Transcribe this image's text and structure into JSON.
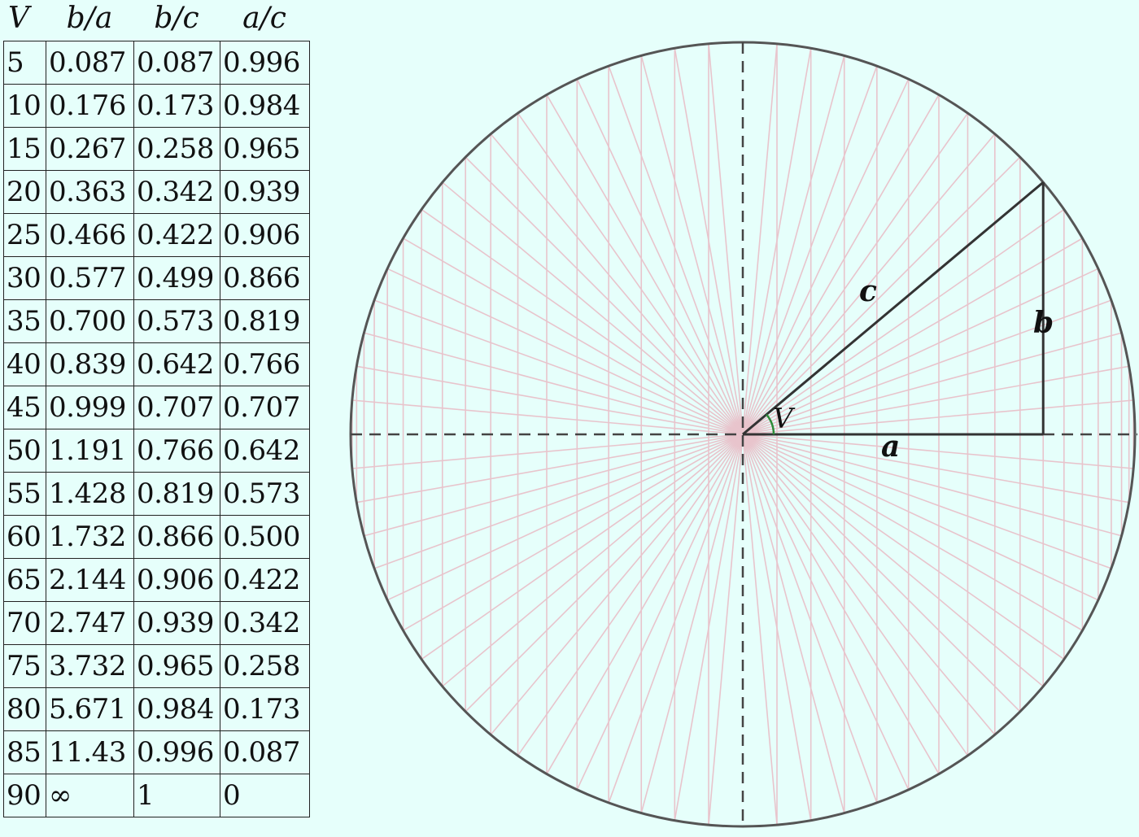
{
  "table": {
    "headers": [
      "V",
      "b/a",
      "b/c",
      "a/c"
    ],
    "rows": [
      [
        "5",
        "0.087",
        "0.087",
        "0.996"
      ],
      [
        "10",
        "0.176",
        "0.173",
        "0.984"
      ],
      [
        "15",
        "0.267",
        "0.258",
        "0.965"
      ],
      [
        "20",
        "0.363",
        "0.342",
        "0.939"
      ],
      [
        "25",
        "0.466",
        "0.422",
        "0.906"
      ],
      [
        "30",
        "0.577",
        "0.499",
        "0.866"
      ],
      [
        "35",
        "0.700",
        "0.573",
        "0.819"
      ],
      [
        "40",
        "0.839",
        "0.642",
        "0.766"
      ],
      [
        "45",
        "0.999",
        "0.707",
        "0.707"
      ],
      [
        "50",
        "1.191",
        "0.766",
        "0.642"
      ],
      [
        "55",
        "1.428",
        "0.819",
        "0.573"
      ],
      [
        "60",
        "1.732",
        "0.866",
        "0.500"
      ],
      [
        "65",
        "2.144",
        "0.906",
        "0.422"
      ],
      [
        "70",
        "2.747",
        "0.939",
        "0.342"
      ],
      [
        "75",
        "3.732",
        "0.965",
        "0.258"
      ],
      [
        "80",
        "5.671",
        "0.984",
        "0.173"
      ],
      [
        "85",
        "11.43",
        "0.996",
        "0.087"
      ],
      [
        "90",
        "∞",
        "1",
        "0"
      ]
    ]
  },
  "diagram": {
    "angle_step_degrees": 5,
    "highlighted_angle_degrees": 40,
    "labels": {
      "hypotenuse": "c",
      "opposite": "b",
      "adjacent": "a",
      "angle": "V"
    },
    "colors": {
      "background": "#e6fffb",
      "circle": "#555555",
      "triangle": "#333333",
      "axes": "#444444",
      "guide_lines": "#e8c4cc",
      "angle_arc": "#2e8b3a"
    }
  }
}
